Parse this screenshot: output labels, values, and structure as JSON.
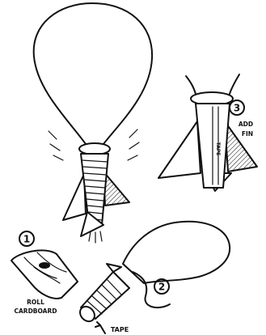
{
  "steps": [
    {
      "number": "1",
      "caption_line1": "ROLL",
      "caption_line2": "CARDBOARD"
    },
    {
      "number": "2"
    },
    {
      "number": "3",
      "caption_line1": "ADD",
      "caption_line2": "FIN"
    }
  ],
  "labels": {
    "tape_callout": "TAPE",
    "tape_on_tube": "TAPE"
  }
}
